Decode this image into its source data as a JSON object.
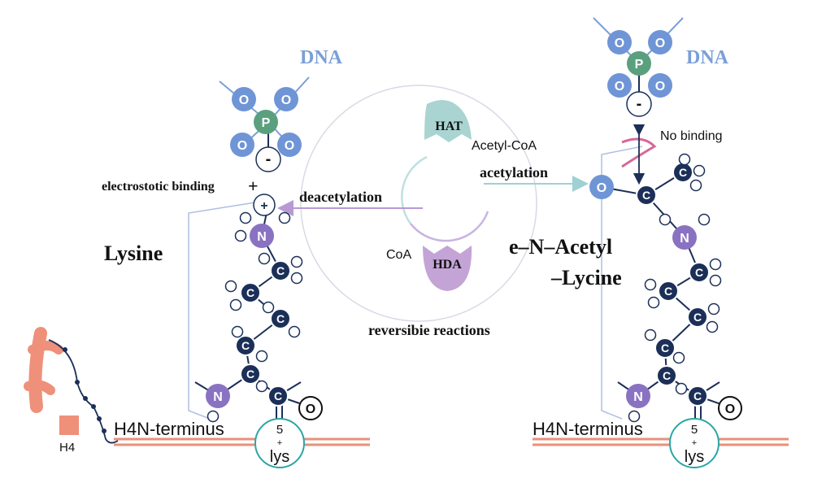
{
  "labels": {
    "dna_left": "DNA",
    "dna_right": "DNA",
    "hat": "HAT",
    "acetyl_coa": "Acetyl-CoA",
    "acetylation": "acetylation",
    "deacetylation": "deacetylation",
    "coa": "CoA",
    "hda": "HDA",
    "reversible": "reversibie reactions",
    "electrostatic": "electrostotic binding",
    "plus_sign": "+",
    "lysine": "Lysine",
    "acetyl_lysine_line1": "e–N–Acetyl",
    "acetyl_lysine_line2": "–Lycine",
    "no_binding": "No binding",
    "h4": "H4",
    "terminus_left": "H4N-terminus",
    "terminus_right": "H4N-terminus",
    "lys_number": "5",
    "lys_plus": "+",
    "lys_name": "lys"
  },
  "atoms": {
    "oxygen": "O",
    "phosphorus": "P",
    "carbon": "C",
    "nitrogen": "N",
    "negative": "-",
    "positive": "+"
  },
  "colors": {
    "dna_text": "#7a9fd6",
    "phosphate_oxygen": "#6f95d6",
    "phosphorus": "#5aa07e",
    "carbon": "#1b2f58",
    "nitrogen": "#8a72c2",
    "hat_enzyme": "#a9d4d2",
    "hda_enzyme": "#c4a4d6",
    "deacetylation_arrow": "#b79ad4",
    "acetylation_arrow": "#9fd0d4",
    "membrane": "#e8907a",
    "histone_tail": "#ef907a",
    "lys_circle": "#2aa6a6",
    "no_binding_helix": "#d7669a"
  }
}
